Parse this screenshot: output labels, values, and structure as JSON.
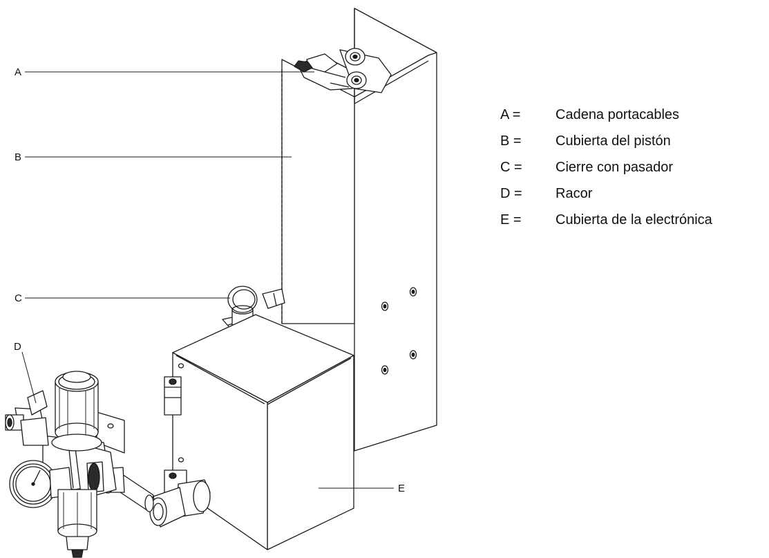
{
  "callouts": {
    "a": "A",
    "b": "B",
    "c": "C",
    "d": "D",
    "e": "E"
  },
  "legend": {
    "items": [
      {
        "key": "A =",
        "text": "Cadena portacables"
      },
      {
        "key": "B =",
        "text": "Cubierta del pistón"
      },
      {
        "key": "C =",
        "text": "Cierre con pasador"
      },
      {
        "key": "D =",
        "text": "Racor"
      },
      {
        "key": "E =",
        "text": "Cubierta de la electrónica"
      }
    ]
  },
  "colors": {
    "line": "#1a1a1a",
    "accent_dark": "#2a2a2a",
    "fill": "#ffffff"
  }
}
